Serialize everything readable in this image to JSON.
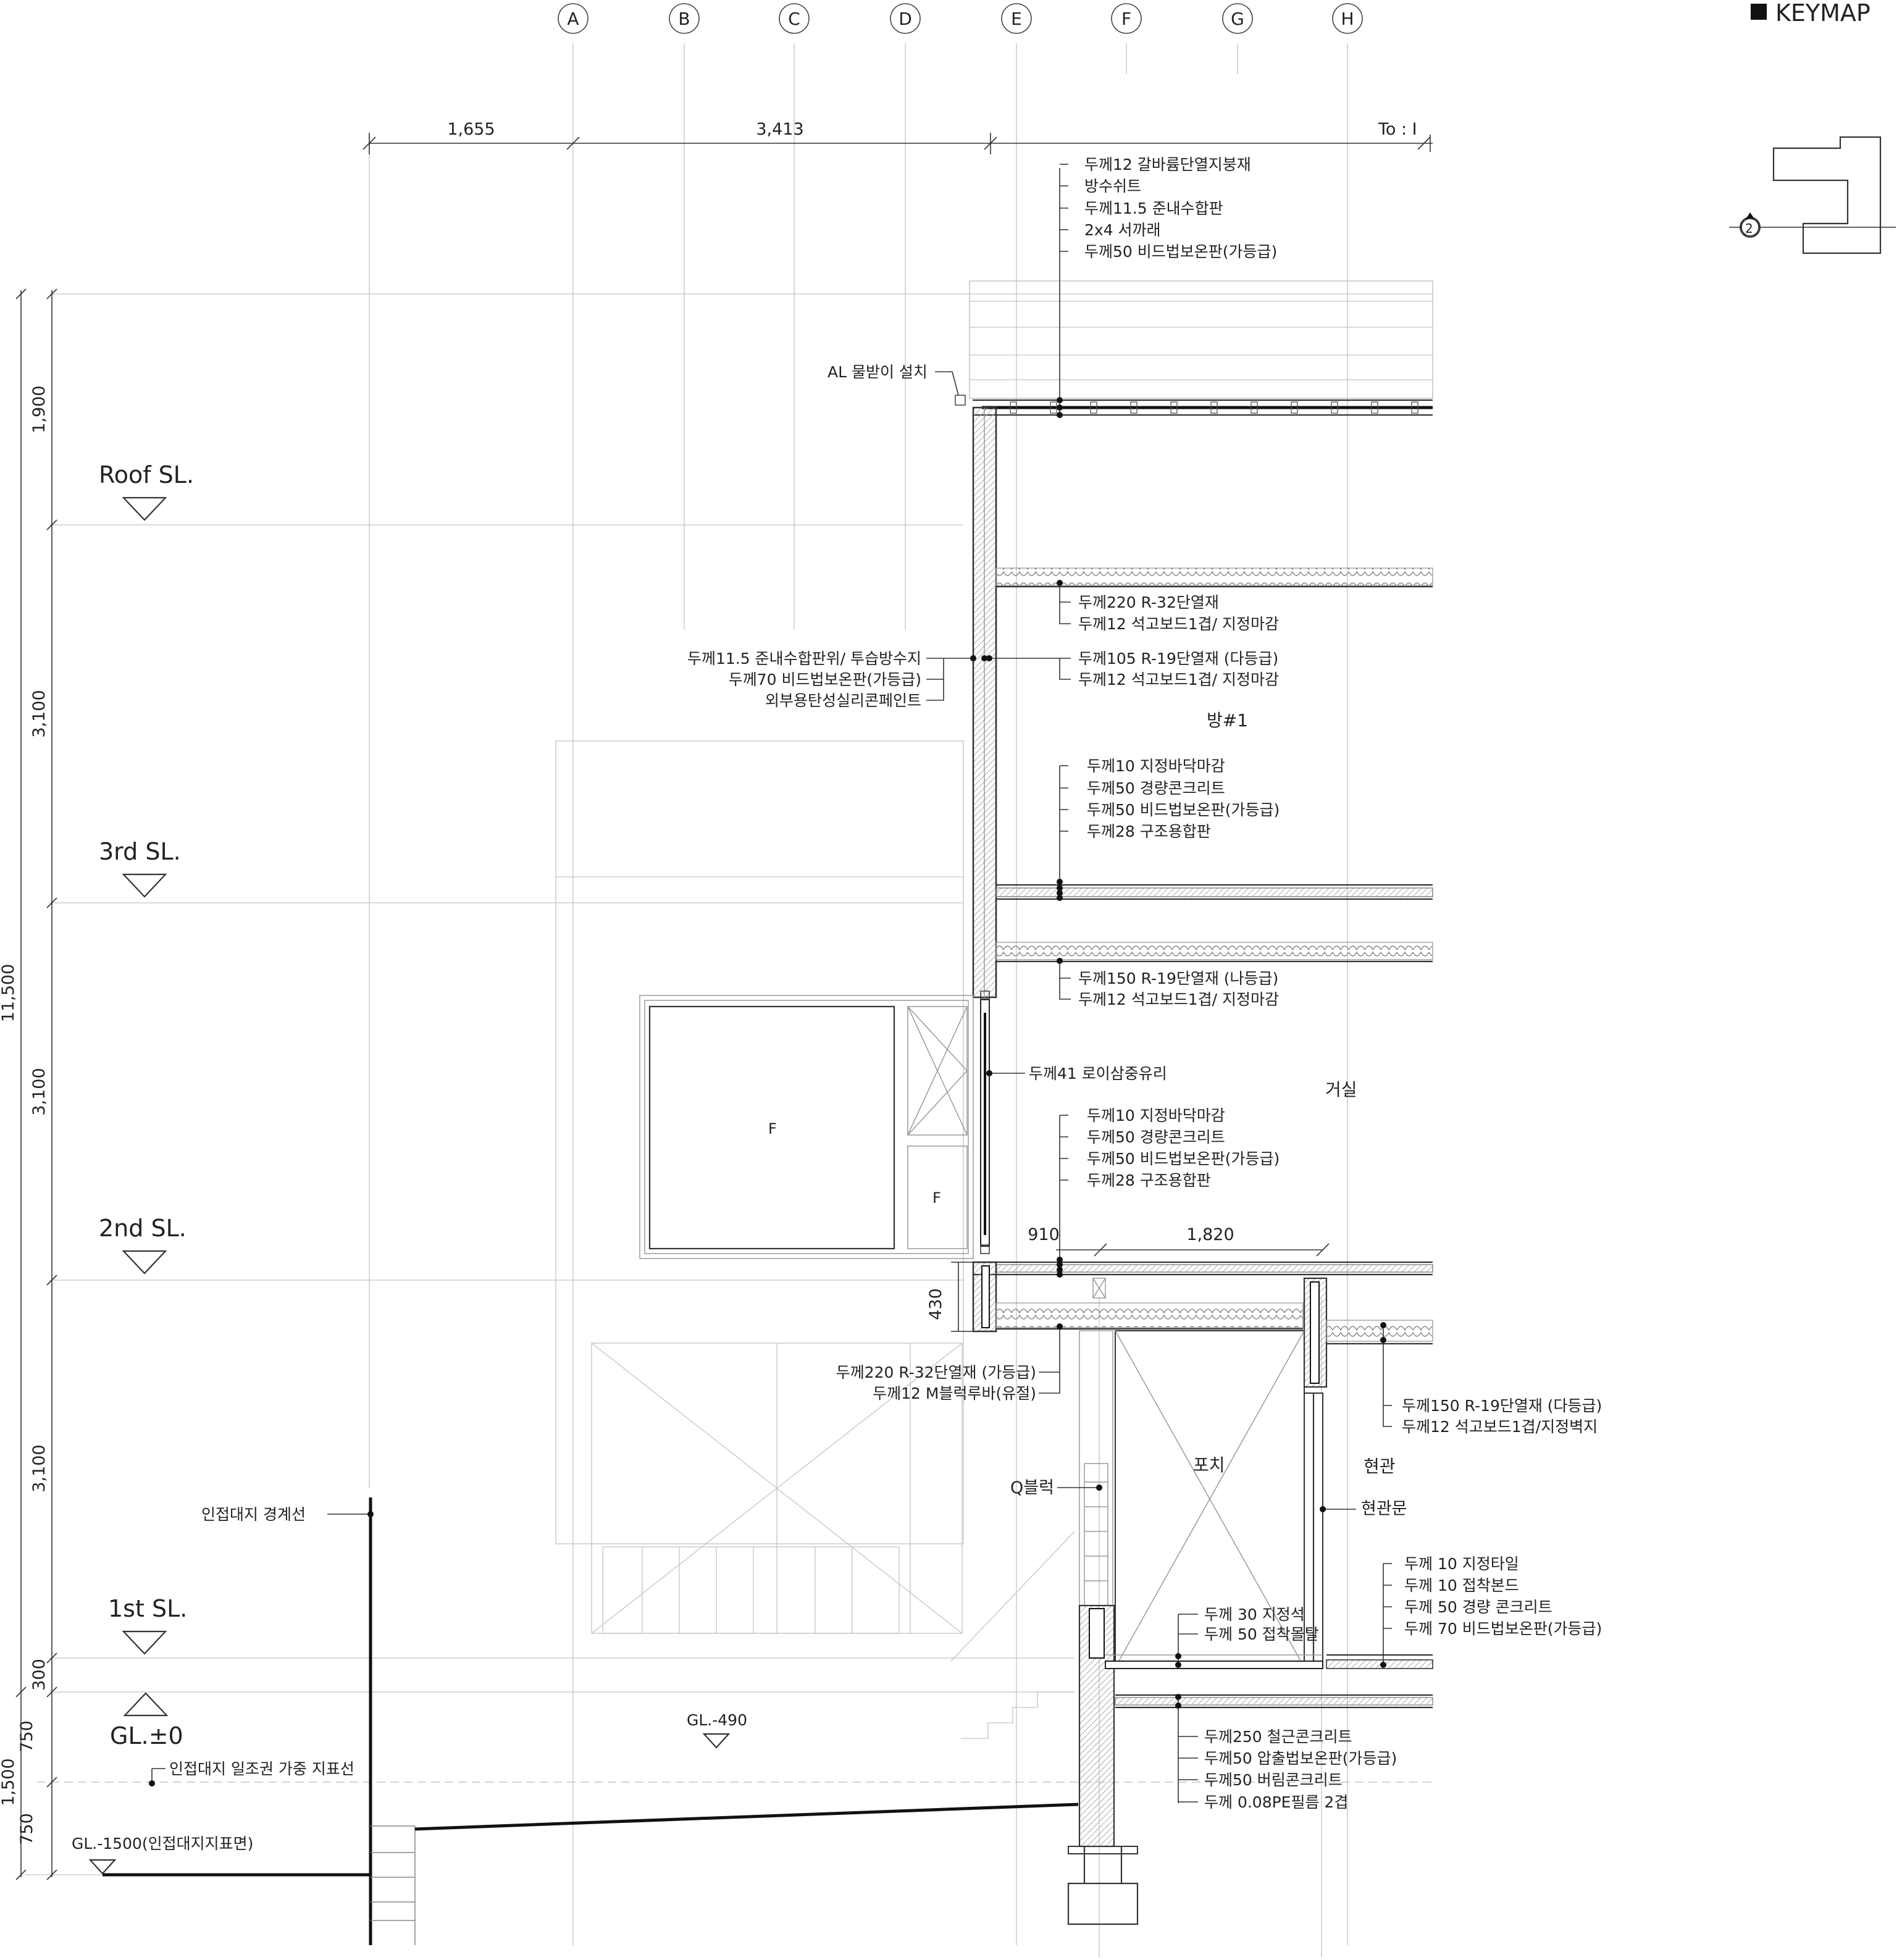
{
  "title": "KEYMAP",
  "keymap_marker": "2",
  "grid_labels": [
    "A",
    "B",
    "C",
    "D",
    "E",
    "F",
    "G",
    "H"
  ],
  "top_dims": {
    "d1": "1,655",
    "d2": "3,413",
    "to_label": "To : I"
  },
  "porch_dims": {
    "d1": "910",
    "d2": "1,820",
    "d3": "430"
  },
  "left_dims": {
    "d1900": "1,900",
    "d3100a": "3,100",
    "d3100b": "3,100",
    "d3100c": "3,100",
    "d300": "300",
    "d750a": "750",
    "d750b": "750",
    "d1500": "1,500",
    "total": "11,500"
  },
  "levels": {
    "roof": "Roof SL.",
    "third": "3rd SL.",
    "second": "2nd SL.",
    "first": "1st SL.",
    "gl0": "GL.±0",
    "gl490": "GL.-490",
    "gl1500": "GL.-1500(인접대지지표면)"
  },
  "rooms": {
    "room1": "방#1",
    "living": "거실",
    "porch": "포치",
    "entrance": "현관",
    "entrance_door": "현관문",
    "qblock": "Q블럭",
    "fixed1": "F",
    "fixed2": "F"
  },
  "notes": {
    "roof": [
      "두께12 갈바륨단열지붕재",
      "방수쉬트",
      "두께11.5 준내수합판",
      "2x4 서까래",
      "두께50 비드법보온판(가등급)"
    ],
    "gutter": "AL 물받이 설치",
    "roof_ceiling": [
      "두께220 R-32단열재",
      "두께12 석고보드1겹/ 지정마감"
    ],
    "wall_ext": [
      "두께11.5 준내수합판위/ 투습방수지",
      "두께70 비드법보온판(가등급)",
      "외부용탄성실리콘페인트"
    ],
    "wall_int": [
      "두께105 R-19단열재 (다등급)",
      "두께12 석고보드1겹/ 지정마감"
    ],
    "floor3": [
      "두께10 지정바닥마감",
      "두께50 경량콘크리트",
      "두께50 비드법보온판(가등급)",
      "두께28 구조용합판"
    ],
    "ceiling2": [
      "두께150 R-19단열재 (나등급)",
      "두께12 석고보드1겹/ 지정마감"
    ],
    "glass": "두께41 로이삼중유리",
    "floor2": [
      "두께10 지정바닥마감",
      "두께50 경량콘크리트",
      "두께50 비드법보온판(가등급)",
      "두께28 구조용합판"
    ],
    "porch_ceiling": [
      "두께220 R-32단열재 (가등급)",
      "두께12 M블럭루바(유절)"
    ],
    "entrance_ceiling": [
      "두께150 R-19단열재 (다등급)",
      "두께12 석고보드1겹/지정벽지"
    ],
    "entrance_floor": [
      "두께 10 지정타일",
      "두께 10 접착본드",
      "두께 50 경량 콘크리트",
      "두께 70 비드법보온판(가등급)"
    ],
    "porch_floor": [
      "두께 30 지정석",
      "두께 50 접착몰탈"
    ],
    "slab": [
      "두께250 철근콘크리트",
      "두께50 압출법보온판(가등급)",
      "두께50 버림콘크리트",
      "두께 0.08PE필름 2겹"
    ],
    "boundary": "인접대지 경계선",
    "sunlight": "인접대지 일조권 가중 지표선"
  }
}
